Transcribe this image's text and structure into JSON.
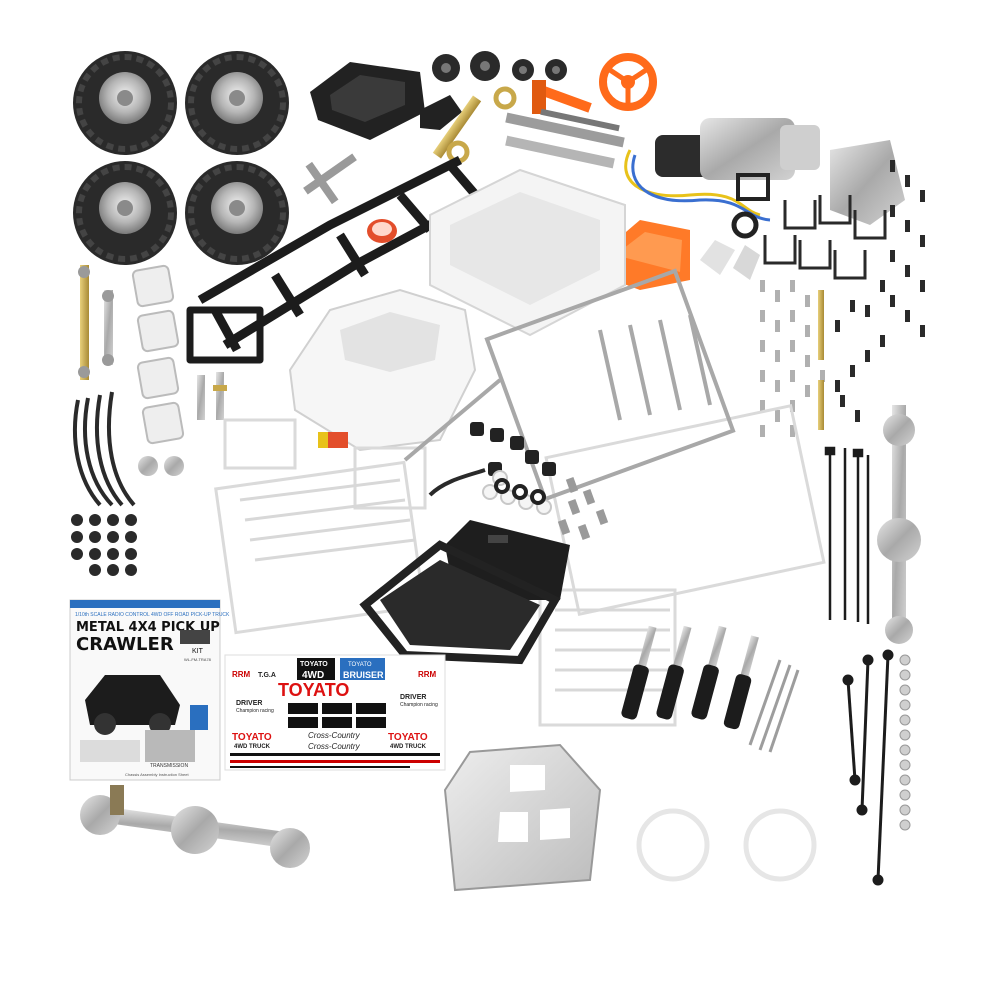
{
  "manual": {
    "header": "1/10th SCALE RADIO CONTROL 4WD OFF ROAD PICK-UP TRUCK",
    "title_line1": "METAL 4X4 PICK UP",
    "title_line2": "CRAWLER",
    "kit_label": "KIT",
    "model_no": "WL-FM-TRA78",
    "transmission_label": "TRANSMISSION",
    "footer_text": "Chassis Assembly Instruction Sheet"
  },
  "decals": {
    "toyato_small": "TOYATO",
    "four_wd": "4WD",
    "bruiser": "BRUISER",
    "bruiser_small": "TOYATO",
    "toyato_big": "TOYATO",
    "driver_1": "DRIVER",
    "champion_1": "Champion racing",
    "driver_2": "DRIVER",
    "champion_2": "Champion racing",
    "toyato_left": "TOYATO",
    "truck_left": "4WD TRUCK",
    "cross_1": "Cross-Country",
    "cross_2": "Cross-Country",
    "toyato_right": "TOYATO",
    "truck_right": "4WD TRUCK",
    "rrm_left": "RRM",
    "rrm_right": "RRM",
    "tga": "T.G.A"
  },
  "colors": {
    "tire": "#2a2a2a",
    "rim": "#c9c9c9",
    "chassis": "#1c1c1c",
    "body": "#f4f4f4",
    "orange": "#ff6a1a",
    "metal": "#b8b8b8",
    "gold": "#c8a84a",
    "manual_blue": "#2a6fbf"
  }
}
